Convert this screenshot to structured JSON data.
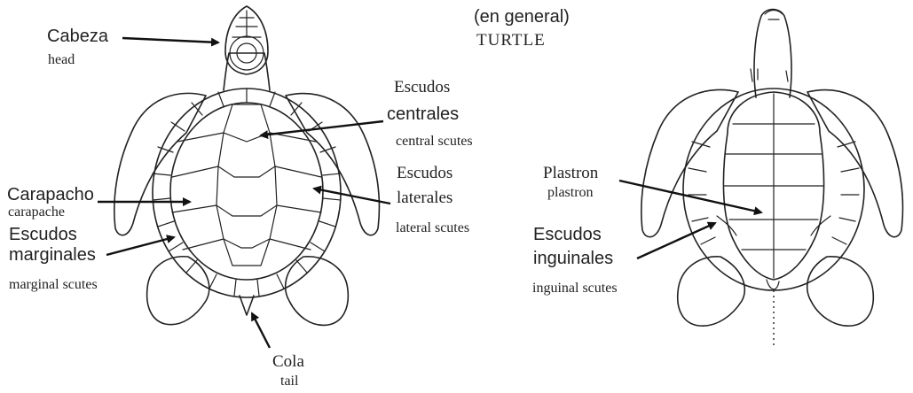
{
  "title": {
    "line1": "(en general)",
    "line2": "TURTLE"
  },
  "labels": {
    "cabeza": "Cabeza",
    "head": "head",
    "escudos_centrales_1": "Escudos",
    "escudos_centrales_2": "centrales",
    "central_scutes": "central scutes",
    "escudos_laterales_1": "Escudos",
    "escudos_laterales_2": "laterales",
    "lateral_scutes": "lateral scutes",
    "carapacho": "Carapacho",
    "carapache": "carapache",
    "escudos_marginales_1": "Escudos",
    "escudos_marginales_2": "marginales",
    "marginal_scutes": "marginal scutes",
    "cola": "Cola",
    "tail": "tail",
    "plastron_es": "Plastron",
    "plastron_en": "plastron",
    "escudos_inguinales_1": "Escudos",
    "escudos_inguinales_2": "inguinales",
    "inguinal_scutes": "inguinal scutes"
  },
  "figures": {
    "left": "dorsal view (carapace)",
    "right": "ventral view (plastron)"
  }
}
